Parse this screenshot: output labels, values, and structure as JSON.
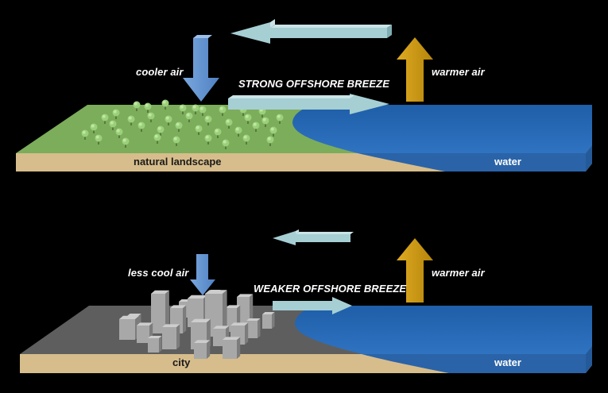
{
  "top_panel": {
    "left_air_label": "cooler air",
    "breeze_label": "STRONG OFFSHORE BREEZE",
    "right_air_label": "warmer air",
    "land_label": "natural landscape",
    "water_label": "water"
  },
  "bottom_panel": {
    "left_air_label": "less cool air",
    "breeze_label": "WEAKER OFFSHORE BREEZE",
    "right_air_label": "warmer air",
    "land_label": "city",
    "water_label": "water"
  },
  "colors": {
    "background": "#000000",
    "grass": "#7cad5a",
    "city_ground": "#5e5e5e",
    "soil": "#d7bd8c",
    "water": "#2e6bb5",
    "cool_arrow": "#5d8fd0",
    "warm_arrow": "#c8960e",
    "breeze_arrow": "#a6cfd4",
    "moon": "#f5eeae",
    "tree": "#9bd07a",
    "building": "#a8a8a8"
  },
  "icons": {
    "moon": "crescent-moon-icon",
    "tree": "tree-icon",
    "building": "building-icon"
  }
}
